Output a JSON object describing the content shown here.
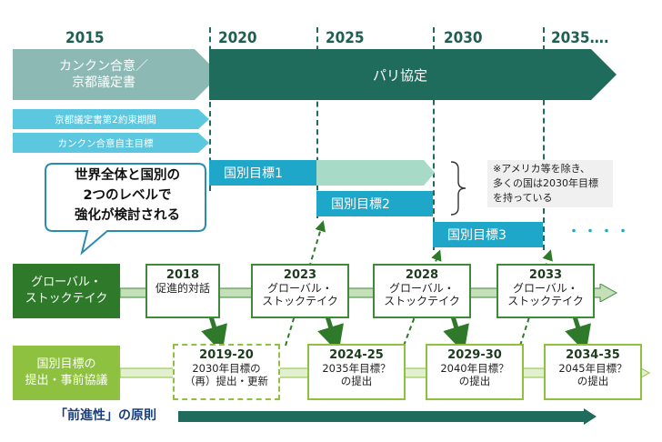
{
  "years": [
    "2015",
    "2020",
    "2025",
    "2030",
    "2035…."
  ],
  "top": {
    "cancun_kyoto": "カンクン合意／\n京都議定書",
    "paris": "パリ協定",
    "kyoto2": "京都議定書第2約束期間",
    "cancun_self": "カンクン合意自主目標"
  },
  "ndc_bars": {
    "goal1": "国別目標1",
    "goal2": "国別目標2",
    "goal3": "国別目標3",
    "dots": "・・・・"
  },
  "note": "※アメリカ等を除き、\n多くの国は2030年目標\nを持っている",
  "bubble": "世界全体と国別の\n2つのレベルで\n強化が検討される",
  "rows": {
    "gst_label": "グローバル・\nストックテイク",
    "ndc_label": "国別目標の\n提出・事前協議"
  },
  "gst_boxes": [
    {
      "year": "2018",
      "text": "促進的対話"
    },
    {
      "year": "2023",
      "text": "グローバル・\nストックテイク"
    },
    {
      "year": "2028",
      "text": "グローバル・\nストックテイク"
    },
    {
      "year": "2033",
      "text": "グローバル・\nストックテイク"
    }
  ],
  "ndc_boxes": [
    {
      "year": "2019-20",
      "text": "2030年目標の\n（再）提出・更新"
    },
    {
      "year": "2024-25",
      "text": "2035年目標？\nの提出"
    },
    {
      "year": "2029-30",
      "text": "2040年目標？\nの提出"
    },
    {
      "year": "2034-35",
      "text": "2045年目標？\nの提出"
    }
  ],
  "principle": "「前進性」の原則",
  "colors": {
    "dark_teal": "#1f6b5c",
    "gray_teal": "#8db9b4",
    "light_blue": "#5bc8e0",
    "blue": "#1ea7c8",
    "pale_green": "#a7dbc8",
    "dark_green": "#2f7a2a",
    "lime": "#8dc13f"
  }
}
